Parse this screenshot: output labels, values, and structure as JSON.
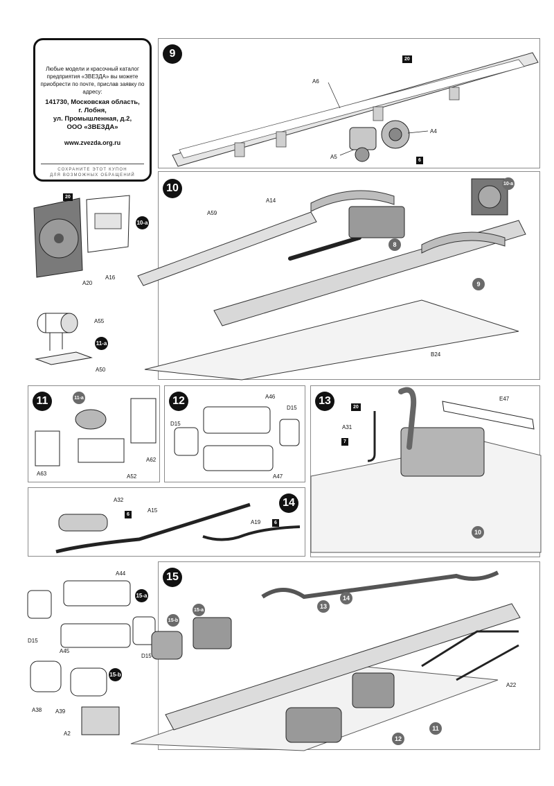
{
  "coupon": {
    "intro": "Любые модели и красочный каталог предприятия «ЗВЕЗДА» вы можете приобрести по почте, прислав заявку по адресу:",
    "address_1": "141730, Московская область,",
    "address_2": "г. Лобня,",
    "address_3": "ул. Промышленная, д.2,",
    "company": "ООО «ЗВЕЗДА»",
    "website": "www.zvezda.org.ru",
    "footer_1": "СОХРАНИТЕ ЭТОТ КУПОН",
    "footer_2": "ДЛЯ ВОЗМОЖНЫХ ОБРАЩЕНИЙ"
  },
  "steps": {
    "s9": {
      "number": "9",
      "labels": {
        "a6": "A6",
        "a4": "A4",
        "a5": "A5"
      },
      "flags": {
        "f20": "20",
        "f6": "6"
      }
    },
    "s10a": {
      "badge": "10-a",
      "labels": {
        "a20": "A20",
        "a16": "A16"
      },
      "flags": {
        "f20": "20"
      }
    },
    "s11a": {
      "badge": "11-a",
      "labels": {
        "a55": "A55",
        "a50": "A50"
      }
    },
    "s10": {
      "number": "10",
      "labels": {
        "a59": "A59",
        "a14": "A14",
        "b24": "B24"
      },
      "refs": {
        "r10a": "10-a",
        "r8": "8",
        "r9": "9"
      }
    },
    "s11": {
      "number": "11",
      "labels": {
        "a62": "A62",
        "a63": "A63",
        "a52": "A52"
      },
      "refs": {
        "r11a": "11-a"
      }
    },
    "s12": {
      "number": "12",
      "labels": {
        "a46": "A46",
        "d15_l": "D15",
        "d15_r": "D15",
        "a47": "A47"
      }
    },
    "s13": {
      "number": "13",
      "labels": {
        "e47": "E47",
        "a31": "A31"
      },
      "flags": {
        "f20": "20",
        "f7": "7"
      },
      "refs": {
        "r10": "10"
      }
    },
    "s14": {
      "number": "14",
      "labels": {
        "a32": "A32",
        "a15": "A15",
        "a19": "A19"
      },
      "flags": {
        "f6a": "6",
        "f6b": "6"
      }
    },
    "s15a": {
      "badge": "15-a",
      "labels": {
        "a44": "A44",
        "d15_l": "D15",
        "a45": "A45",
        "d15_r": "D15"
      }
    },
    "s15b": {
      "badge": "15-b",
      "labels": {
        "a38": "A38",
        "a39": "A39",
        "a2": "A2"
      }
    },
    "s15": {
      "number": "15",
      "labels": {
        "a22": "A22"
      },
      "refs": {
        "r14": "14",
        "r13": "13",
        "r15a": "15-a",
        "r15b": "15-b",
        "r11": "11",
        "r12": "12"
      }
    }
  }
}
